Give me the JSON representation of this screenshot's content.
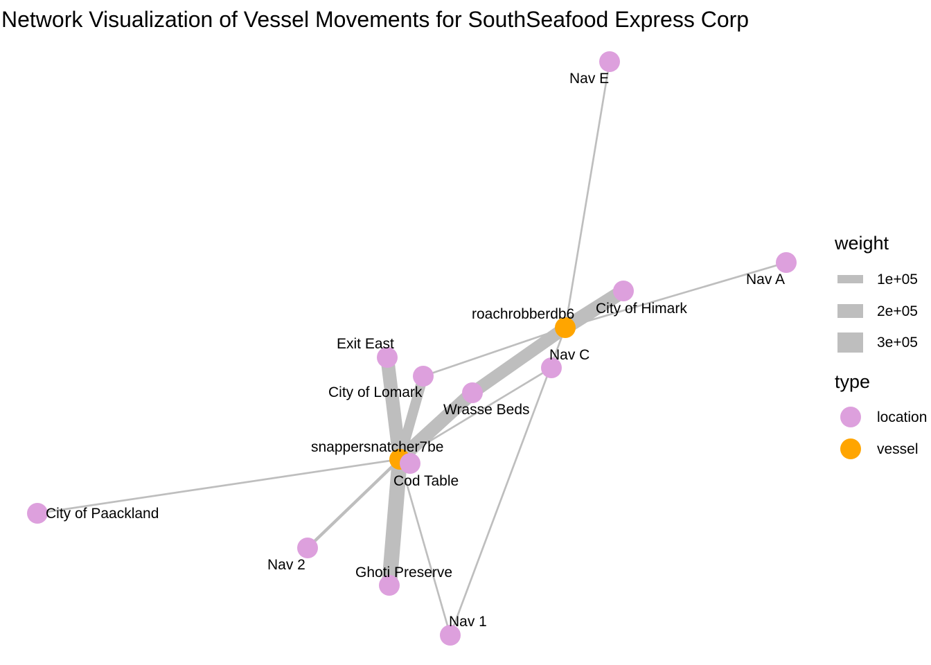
{
  "title": "Network Visualization of Vessel Movements for SouthSeafood Express Corp",
  "colors": {
    "location": "#dda0dd",
    "vessel": "#ffa500",
    "edge": "#bebebe"
  },
  "legend": {
    "weight_title": "weight",
    "weight_items": [
      {
        "label": "1e+05",
        "value": 100000
      },
      {
        "label": "2e+05",
        "value": 200000
      },
      {
        "label": "3e+05",
        "value": 300000
      }
    ],
    "type_title": "type",
    "type_items": [
      {
        "label": "location",
        "type": "location"
      },
      {
        "label": "vessel",
        "type": "vessel"
      }
    ]
  },
  "nodes": [
    {
      "id": "Nav E",
      "type": "location"
    },
    {
      "id": "Nav A",
      "type": "location"
    },
    {
      "id": "City of Himark",
      "type": "location"
    },
    {
      "id": "roachrobberdb6",
      "type": "vessel"
    },
    {
      "id": "Nav C",
      "type": "location"
    },
    {
      "id": "Exit East",
      "type": "location"
    },
    {
      "id": "City of Lomark",
      "type": "location"
    },
    {
      "id": "Wrasse Beds",
      "type": "location"
    },
    {
      "id": "snappersnatcher7be",
      "type": "vessel"
    },
    {
      "id": "Cod Table",
      "type": "location"
    },
    {
      "id": "City of Paackland",
      "type": "location"
    },
    {
      "id": "Nav 2",
      "type": "location"
    },
    {
      "id": "Ghoti Preserve",
      "type": "location"
    },
    {
      "id": "Nav 1",
      "type": "location"
    }
  ],
  "edges": [
    {
      "from": "roachrobberdb6",
      "to": "Nav E",
      "weight": 20000
    },
    {
      "from": "roachrobberdb6",
      "to": "Nav A",
      "weight": 20000
    },
    {
      "from": "roachrobberdb6",
      "to": "City of Himark",
      "weight": 230000
    },
    {
      "from": "roachrobberdb6",
      "to": "City of Lomark",
      "weight": 20000
    },
    {
      "from": "roachrobberdb6",
      "to": "Wrasse Beds",
      "weight": 200000
    },
    {
      "from": "roachrobberdb6",
      "to": "Nav 1",
      "weight": 20000
    },
    {
      "from": "snappersnatcher7be",
      "to": "City of Paackland",
      "weight": 20000
    },
    {
      "from": "snappersnatcher7be",
      "to": "Nav 2",
      "weight": 40000
    },
    {
      "from": "snappersnatcher7be",
      "to": "Ghoti Preserve",
      "weight": 250000
    },
    {
      "from": "snappersnatcher7be",
      "to": "Nav 1",
      "weight": 20000
    },
    {
      "from": "snappersnatcher7be",
      "to": "Exit East",
      "weight": 220000
    },
    {
      "from": "snappersnatcher7be",
      "to": "City of Lomark",
      "weight": 160000
    },
    {
      "from": "snappersnatcher7be",
      "to": "Wrasse Beds",
      "weight": 220000
    },
    {
      "from": "snappersnatcher7be",
      "to": "Nav C",
      "weight": 20000
    },
    {
      "from": "snappersnatcher7be",
      "to": "Cod Table",
      "weight": 30000
    }
  ]
}
